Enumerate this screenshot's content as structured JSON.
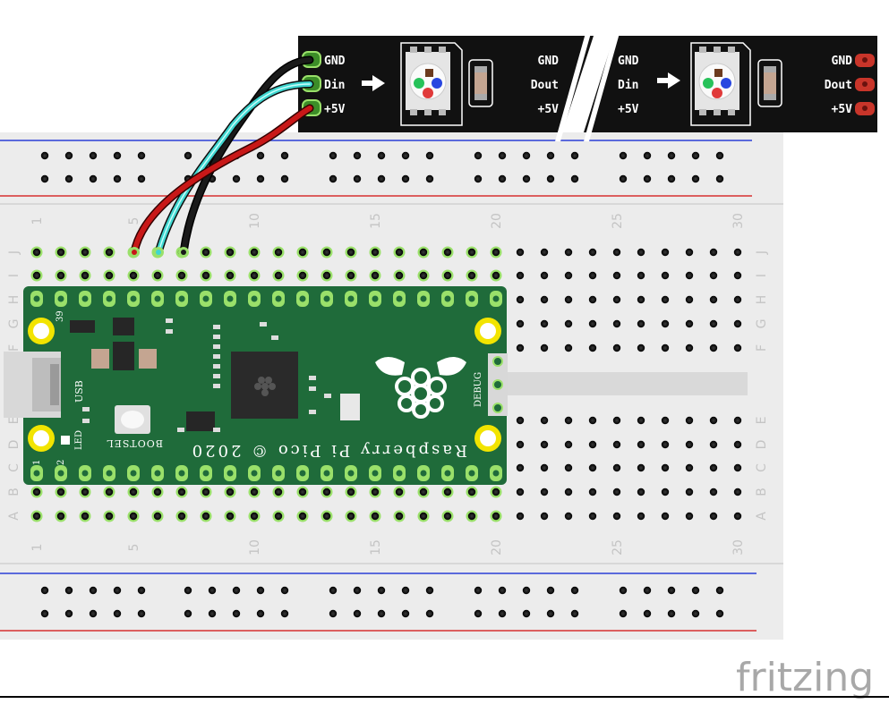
{
  "led_strip": {
    "left_input": [
      "GND",
      "Din",
      "+5V"
    ],
    "left_output": [
      "GND",
      "Dout",
      "+5V"
    ],
    "right_input": [
      "GND",
      "Din",
      "+5V"
    ],
    "right_output": [
      "GND",
      "Dout",
      "+5V"
    ]
  },
  "breadboard": {
    "column_numbers": [
      "1",
      "5",
      "10",
      "15",
      "20",
      "25",
      "30"
    ],
    "row_letters_top": [
      "J",
      "I",
      "H",
      "G",
      "F"
    ],
    "row_letters_bottom": [
      "E",
      "D",
      "C",
      "B",
      "A"
    ]
  },
  "pico": {
    "board_name": "Raspberry Pi Pico © 2020",
    "bootsel_label": "BOOTSEL",
    "usb_label": "USB",
    "led_label": "LED",
    "debug_label": "DEBUG",
    "pin_39": "39",
    "pin_1": "1",
    "pin_2": "2"
  },
  "wires": [
    {
      "name": "GND",
      "color": "#1a1a1a"
    },
    {
      "name": "Din",
      "color": "#3fd6d0"
    },
    {
      "name": "+5V",
      "color": "#c81818"
    }
  ],
  "colors": {
    "pico_green": "#1f6b3a",
    "strip_black": "#111111",
    "bus_red": "#d33",
    "bus_blue": "#22c"
  },
  "brand": "fritzing"
}
